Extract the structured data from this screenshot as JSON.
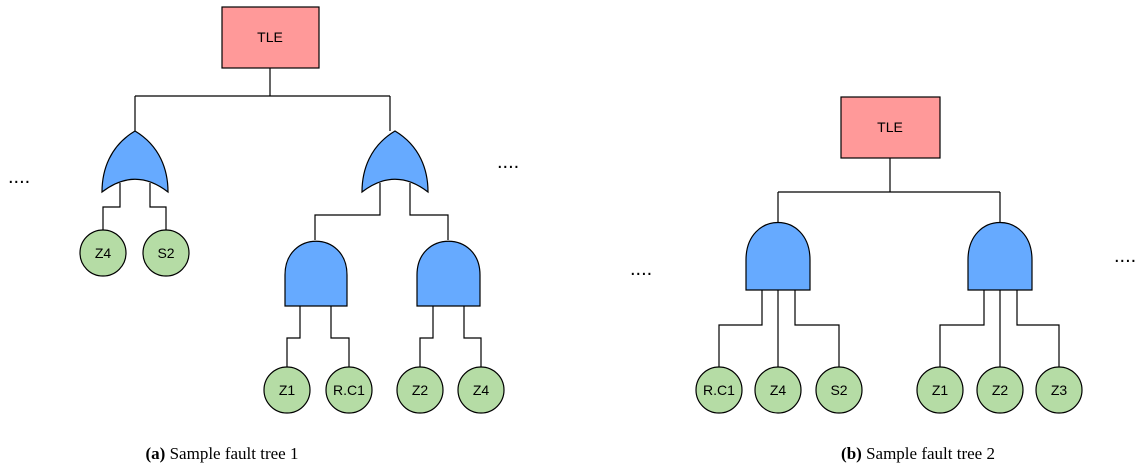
{
  "tree_a": {
    "top_event": "TLE",
    "left_gate": {
      "type": "OR",
      "children": [
        "Z4",
        "S2"
      ]
    },
    "right_gate": {
      "type": "OR",
      "left_and": {
        "type": "AND",
        "children": [
          "Z1",
          "R.C1"
        ]
      },
      "right_and": {
        "type": "AND",
        "children": [
          "Z2",
          "Z4"
        ]
      }
    },
    "ellipsis_left": "....",
    "ellipsis_right": "....",
    "caption_tag": "(a)",
    "caption_text": " Sample fault tree 1"
  },
  "tree_b": {
    "top_event": "TLE",
    "left_gate": {
      "type": "AND",
      "children": [
        "R.C1",
        "Z4",
        "S2"
      ]
    },
    "right_gate": {
      "type": "AND",
      "children": [
        "Z1",
        "Z2",
        "Z3"
      ]
    },
    "ellipsis_left": "....",
    "ellipsis_right": "....",
    "caption_tag": "(b)",
    "caption_text": " Sample fault tree 2"
  },
  "colors": {
    "top_event_fill": "#ff9999",
    "gate_fill": "#66aaff",
    "basic_event_fill": "#b5dca5"
  }
}
